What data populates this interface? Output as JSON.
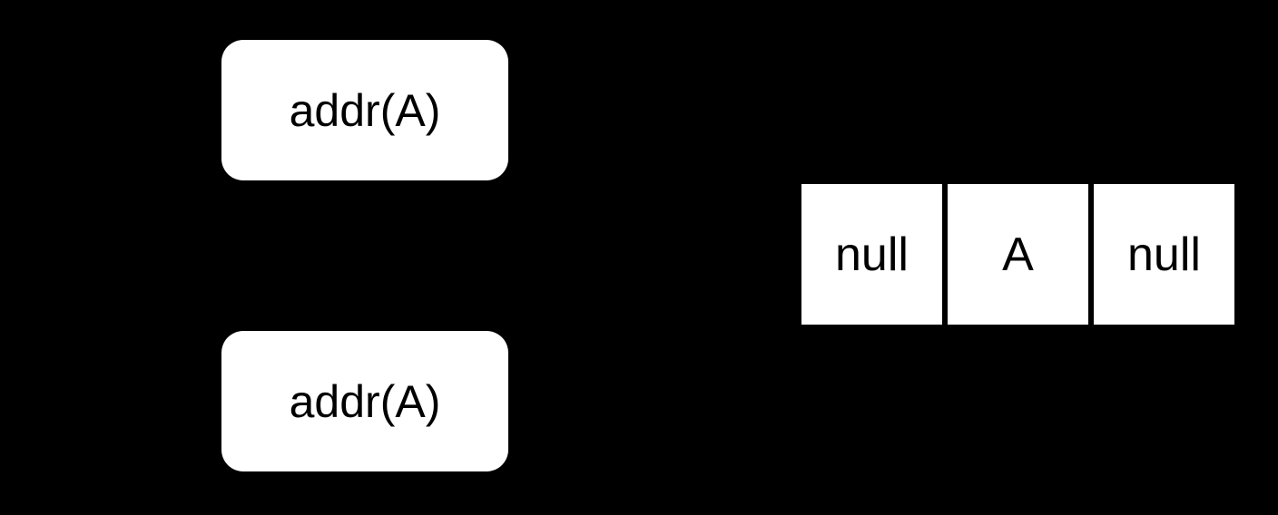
{
  "diagram": {
    "background_color": "#000000",
    "node_fill_color": "#ffffff",
    "text_color": "#000000",
    "pointer_nodes": [
      {
        "label": "addr(A)"
      },
      {
        "label": "addr(A)"
      }
    ],
    "array_cells": [
      "null",
      "A",
      "null"
    ]
  }
}
